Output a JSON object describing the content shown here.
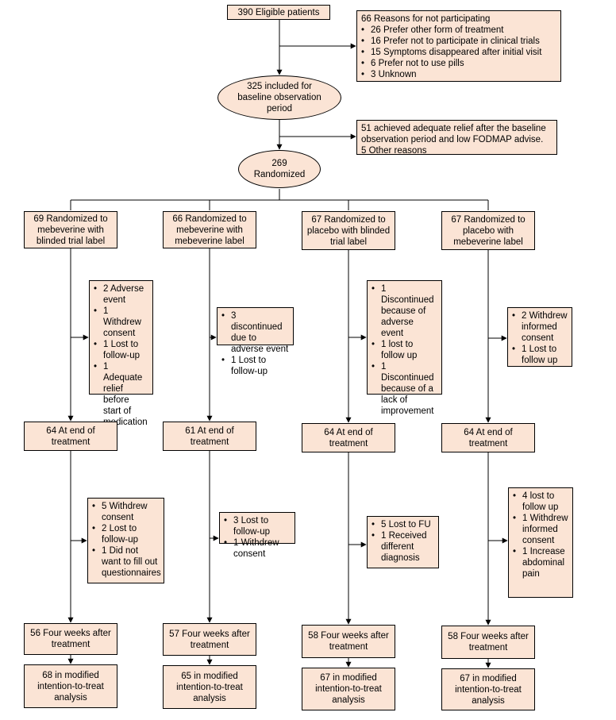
{
  "flow": {
    "eligible": "390 Eligible patients",
    "not_participating": {
      "title": "66 Reasons for not participating",
      "items": [
        "26 Prefer other form of treatment",
        "16 Prefer not to participate in clinical trials",
        "15 Symptoms disappeared after initial visit",
        "6 Prefer not to use pills",
        "3 Unknown"
      ]
    },
    "baseline": "325 included for baseline observation period",
    "excluded_after_baseline": {
      "line1": "51 achieved adequate relief after the baseline observation period and low FODMAP advise.",
      "line2": "5 Other reasons"
    },
    "randomized": "269 Randomized",
    "arms": [
      {
        "group": "69 Randomized to mebeverine with blinded trial label",
        "dropout_phase1": [
          "2 Adverse event",
          "1 Withdrew consent",
          "1 Lost to follow-up",
          "1 Adequate relief before start of medication"
        ],
        "end_of_treatment": "64 At end of treatment",
        "dropout_phase2": [
          "5 Withdrew consent",
          "2 Lost to follow-up",
          "1 Did not want to fill out questionnaires"
        ],
        "four_weeks_after": "56 Four weeks after treatment",
        "analysis": "68 in modified intention-to-treat analysis"
      },
      {
        "group": "66 Randomized to mebeverine with mebeverine label",
        "dropout_phase1": [
          "3 discontinued due to adverse event",
          "1 Lost to follow-up"
        ],
        "end_of_treatment": "61 At end of treatment",
        "dropout_phase2": [
          "3 Lost to follow-up",
          "1 Withdrew consent"
        ],
        "four_weeks_after": "57 Four weeks after treatment",
        "analysis": "65 in modified intention-to-treat analysis"
      },
      {
        "group": "67 Randomized to placebo with blinded trial label",
        "dropout_phase1": [
          "1 Discontinued because of adverse event",
          "1 lost to follow up",
          "1 Discontinued because of a lack of improvement"
        ],
        "end_of_treatment": "64 At end of treatment",
        "dropout_phase2": [
          "5 Lost to FU",
          "1 Received different diagnosis"
        ],
        "four_weeks_after": "58 Four weeks after treatment",
        "analysis": "67 in modified intention-to-treat analysis"
      },
      {
        "group": "67 Randomized to placebo with mebeverine label",
        "dropout_phase1": [
          "2 Withdrew informed consent",
          "1 Lost to follow up"
        ],
        "end_of_treatment": "64 At end of treatment",
        "dropout_phase2": [
          "4 lost to follow up",
          "1 Withdrew informed consent",
          "1 Increase abdominal pain"
        ],
        "four_weeks_after": "58 Four weeks after treatment",
        "analysis": "67 in modified intention-to-treat analysis"
      }
    ]
  }
}
